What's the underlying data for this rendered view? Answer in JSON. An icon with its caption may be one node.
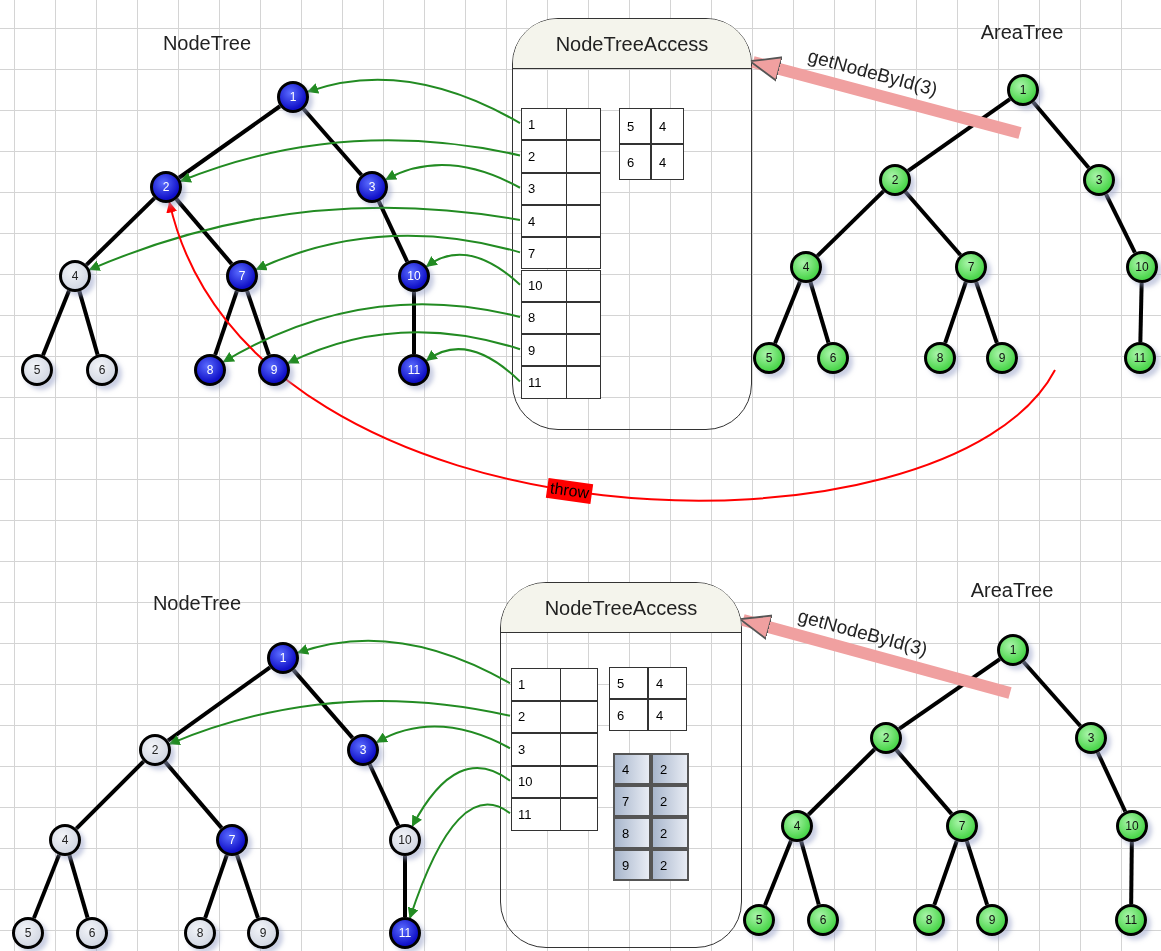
{
  "diagram": {
    "nodes": [
      {
        "text": [
          "1"
        ]
      },
      {
        "text": [
          "2"
        ]
      },
      {
        "text": [
          "3"
        ]
      },
      {
        "text": [
          "4"
        ]
      },
      {
        "text": [
          "7"
        ]
      },
      {
        "text": [
          "10"
        ]
      },
      {
        "text": [
          "5"
        ]
      },
      {
        "text": [
          "6"
        ]
      },
      {
        "text": [
          "8"
        ]
      },
      {
        "text": [
          "9"
        ]
      },
      {
        "text": [
          "11"
        ]
      },
      {
        "text": [
          "NodeTreeAccess"
        ]
      },
      {
        "text": [
          "1"
        ],
        "in": 11
      },
      {
        "text": [
          "2"
        ],
        "in": 11
      },
      {
        "text": [
          "3"
        ],
        "in": 11
      },
      {
        "text": [
          "4"
        ],
        "in": 11
      },
      {
        "text": [
          "7"
        ],
        "in": 11
      },
      {
        "text": [
          "10"
        ],
        "in": 11
      },
      {
        "text": [
          "8"
        ],
        "in": 11
      },
      {
        "text": [
          "9"
        ],
        "in": 11
      },
      {
        "text": [
          "11"
        ],
        "in": 11
      },
      {
        "text": [
          "1"
        ]
      },
      {
        "text": [
          "2"
        ]
      },
      {
        "text": [
          "3"
        ]
      },
      {
        "text": [
          "4"
        ]
      },
      {
        "text": [
          "7"
        ]
      },
      {
        "text": [
          "10"
        ]
      },
      {
        "text": [
          "5"
        ]
      },
      {
        "text": [
          "6"
        ]
      },
      {
        "text": [
          "8"
        ]
      },
      {
        "text": [
          "9"
        ]
      },
      {
        "text": [
          "11"
        ]
      },
      {
        "text": [
          "1"
        ]
      },
      {
        "text": [
          "2"
        ]
      },
      {
        "text": [
          "3"
        ]
      },
      {
        "text": [
          "4"
        ]
      },
      {
        "text": [
          "7"
        ]
      },
      {
        "text": [
          "10"
        ]
      },
      {
        "text": [
          "5"
        ]
      },
      {
        "text": [
          "6"
        ]
      },
      {
        "text": [
          "8"
        ]
      },
      {
        "text": [
          "9"
        ]
      },
      {
        "text": [
          "11"
        ]
      },
      {
        "text": [
          "NodeTreeAccess"
        ]
      },
      {
        "text": [
          "1"
        ],
        "in": 43
      },
      {
        "text": [
          "2"
        ],
        "in": 43
      },
      {
        "text": [
          "3"
        ],
        "in": 43
      },
      {
        "text": [
          "10"
        ],
        "in": 43
      },
      {
        "text": [
          "11"
        ],
        "in": 43
      },
      {
        "text": [
          "1"
        ]
      },
      {
        "text": [
          "2"
        ]
      },
      {
        "text": [
          "3"
        ]
      },
      {
        "text": [
          "4"
        ]
      },
      {
        "text": [
          "7"
        ]
      },
      {
        "text": [
          "10"
        ]
      },
      {
        "text": [
          "5"
        ]
      },
      {
        "text": [
          "6"
        ]
      },
      {
        "text": [
          "8"
        ]
      },
      {
        "text": [
          "9"
        ]
      },
      {
        "text": [
          "11"
        ]
      }
    ],
    "edges": [
      {
        "from": 0,
        "to": 1,
        "arrow": "none"
      },
      {
        "from": 0,
        "to": 2,
        "arrow": "none"
      },
      {
        "from": 1,
        "to": 3,
        "arrow": "none"
      },
      {
        "from": 1,
        "to": 4,
        "arrow": "none"
      },
      {
        "from": 2,
        "to": 5,
        "arrow": "none"
      },
      {
        "from": 3,
        "to": 6,
        "arrow": "none"
      },
      {
        "from": 3,
        "to": 7,
        "arrow": "none"
      },
      {
        "from": 4,
        "to": 8,
        "arrow": "none"
      },
      {
        "from": 4,
        "to": 9,
        "arrow": "none"
      },
      {
        "from": 5,
        "to": 10,
        "arrow": "none"
      },
      {
        "from": 12,
        "to": 0,
        "arrow": "to",
        "color": "#228b22"
      },
      {
        "from": 13,
        "to": 1,
        "arrow": "to",
        "color": "#228b22"
      },
      {
        "from": 14,
        "to": 2,
        "arrow": "to",
        "color": "#228b22"
      },
      {
        "from": 15,
        "to": 3,
        "arrow": "to",
        "color": "#228b22"
      },
      {
        "from": 16,
        "to": 4,
        "arrow": "to",
        "color": "#228b22"
      },
      {
        "from": 17,
        "to": 5,
        "arrow": "to",
        "color": "#228b22"
      },
      {
        "from": 18,
        "to": 8,
        "arrow": "to",
        "color": "#228b22"
      },
      {
        "from": 19,
        "to": 9,
        "arrow": "to",
        "color": "#228b22"
      },
      {
        "from": 20,
        "to": 10,
        "arrow": "to",
        "color": "#228b22"
      },
      {
        "from": 21,
        "to": 22,
        "arrow": "none"
      },
      {
        "from": 21,
        "to": 23,
        "arrow": "none"
      },
      {
        "from": 22,
        "to": 24,
        "arrow": "none"
      },
      {
        "from": 22,
        "to": 25,
        "arrow": "none"
      },
      {
        "from": 23,
        "to": 26,
        "arrow": "none"
      },
      {
        "from": 24,
        "to": 27,
        "arrow": "none"
      },
      {
        "from": 24,
        "to": 28,
        "arrow": "none"
      },
      {
        "from": 25,
        "to": 29,
        "arrow": "none"
      },
      {
        "from": 25,
        "to": 30,
        "arrow": "none"
      },
      {
        "from": 26,
        "to": 31,
        "arrow": "none"
      },
      {
        "from": null,
        "to": 11,
        "arrow": "to",
        "label": "getNodeById(3)",
        "style": "thick",
        "color": "#f0a0a0"
      },
      {
        "from": null,
        "to": 1,
        "arrow": "to",
        "label": "throw",
        "color": "#ff0000"
      },
      {
        "from": 32,
        "to": 33,
        "arrow": "none"
      },
      {
        "from": 32,
        "to": 34,
        "arrow": "none"
      },
      {
        "from": 33,
        "to": 35,
        "arrow": "none"
      },
      {
        "from": 33,
        "to": 36,
        "arrow": "none"
      },
      {
        "from": 34,
        "to": 37,
        "arrow": "none"
      },
      {
        "from": 35,
        "to": 38,
        "arrow": "none"
      },
      {
        "from": 35,
        "to": 39,
        "arrow": "none"
      },
      {
        "from": 36,
        "to": 40,
        "arrow": "none"
      },
      {
        "from": 36,
        "to": 41,
        "arrow": "none"
      },
      {
        "from": 37,
        "to": 42,
        "arrow": "none"
      },
      {
        "from": 44,
        "to": 32,
        "arrow": "to",
        "color": "#228b22"
      },
      {
        "from": 45,
        "to": 33,
        "arrow": "to",
        "color": "#228b22"
      },
      {
        "from": 46,
        "to": 34,
        "arrow": "to",
        "color": "#228b22"
      },
      {
        "from": 47,
        "to": 37,
        "arrow": "to",
        "color": "#228b22"
      },
      {
        "from": 48,
        "to": 42,
        "arrow": "to",
        "color": "#228b22"
      },
      {
        "from": 49,
        "to": 50,
        "arrow": "none"
      },
      {
        "from": 49,
        "to": 51,
        "arrow": "none"
      },
      {
        "from": 50,
        "to": 52,
        "arrow": "none"
      },
      {
        "from": 50,
        "to": 53,
        "arrow": "none"
      },
      {
        "from": 51,
        "to": 54,
        "arrow": "none"
      },
      {
        "from": 52,
        "to": 55,
        "arrow": "none"
      },
      {
        "from": 52,
        "to": 56,
        "arrow": "none"
      },
      {
        "from": 53,
        "to": 57,
        "arrow": "none"
      },
      {
        "from": 53,
        "to": 58,
        "arrow": "none"
      },
      {
        "from": 54,
        "to": 59,
        "arrow": "none"
      },
      {
        "from": null,
        "to": 43,
        "arrow": "to",
        "label": "getNodeById(3)",
        "style": "thick",
        "color": "#f0a0a0"
      }
    ],
    "labels": [
      "NodeTree",
      "AreaTree",
      "5",
      "4",
      "6",
      "4",
      "NodeTree",
      "AreaTree",
      "5",
      "4",
      "6",
      "4",
      "4",
      "2",
      "7",
      "2",
      "8",
      "2",
      "9",
      "2"
    ]
  }
}
